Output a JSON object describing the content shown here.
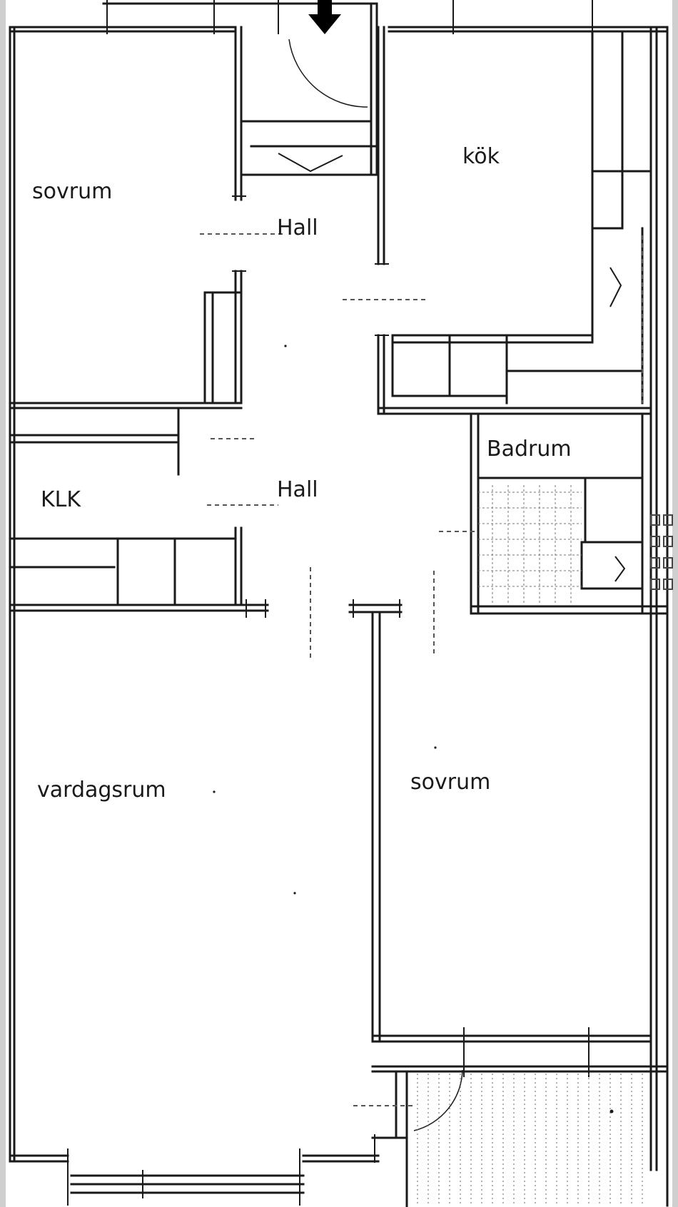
{
  "rooms": {
    "sovrum_top": "sovrum",
    "hall_upper": "Hall",
    "kok": "kök",
    "klk": "KLK",
    "hall_lower": "Hall",
    "badrum": "Badrum",
    "vardagsrum": "vardagsrum",
    "sovrum_bottom": "sovrum"
  },
  "icons": {
    "entry": "entrance-arrow-icon"
  },
  "colors": {
    "ink": "#1a1a1a",
    "paper": "#ffffff",
    "frame": "#cfcfcf"
  }
}
